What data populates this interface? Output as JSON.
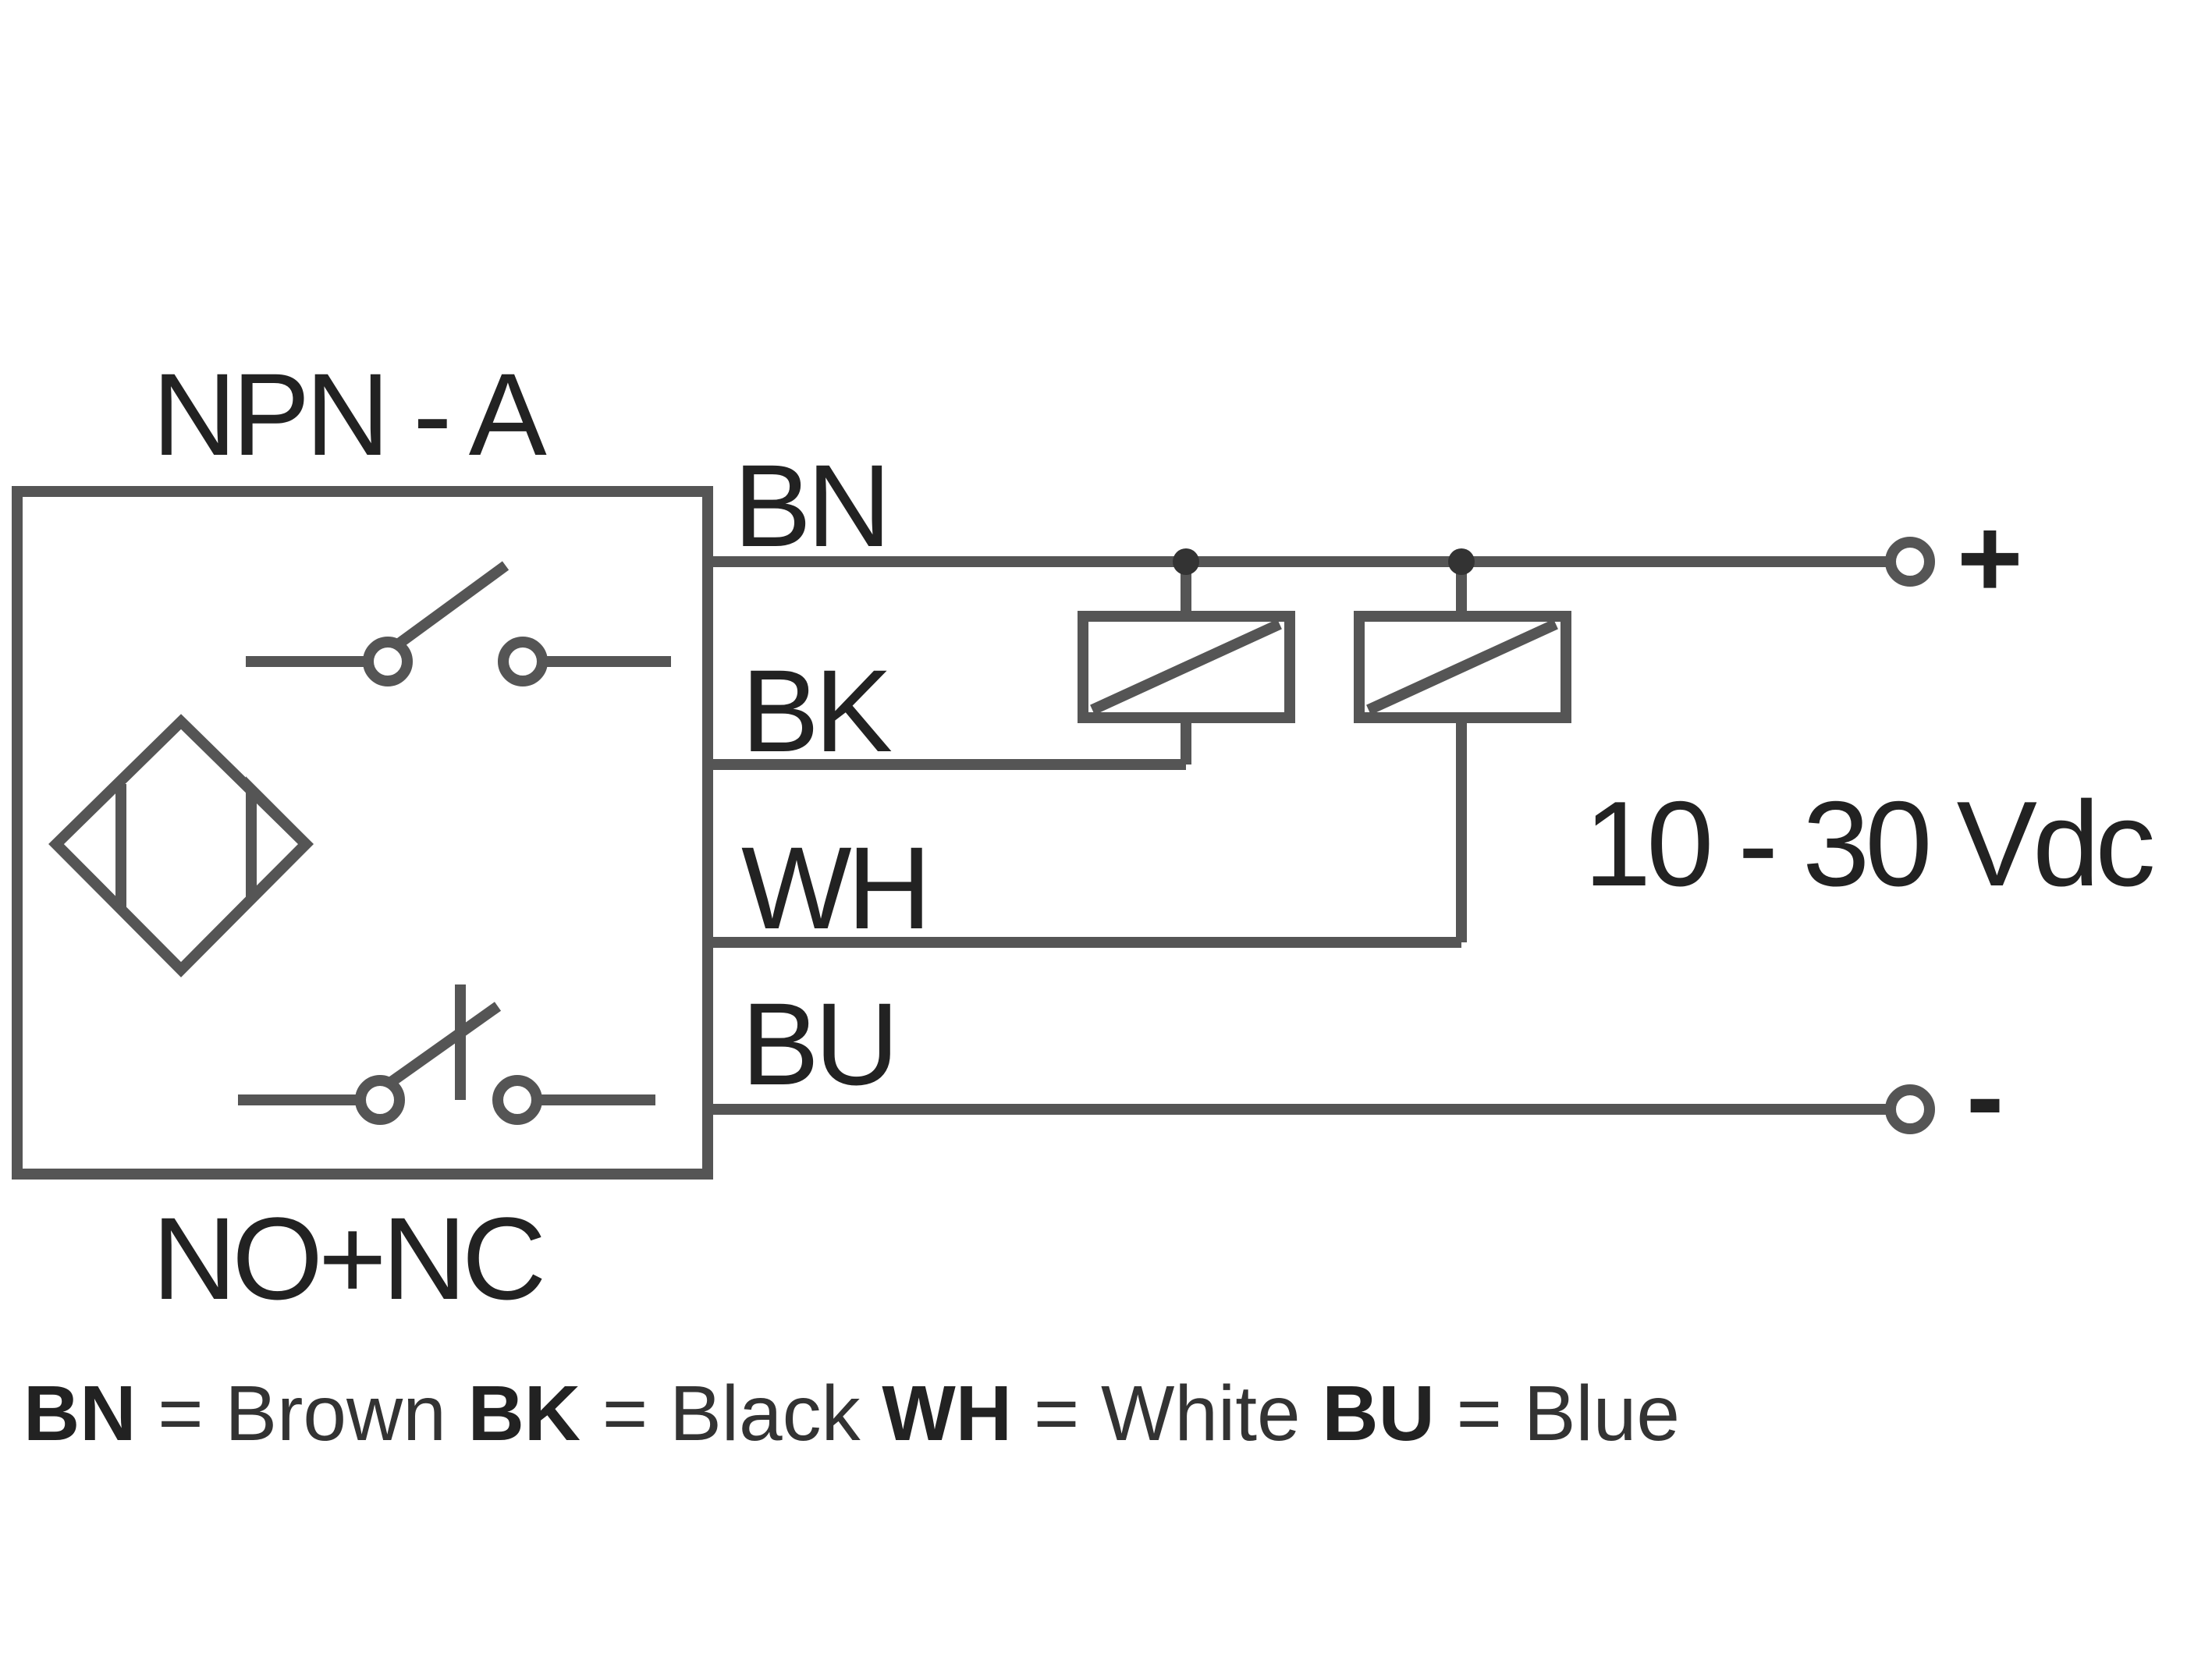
{
  "sensor": {
    "type_label": "NPN - A",
    "output_label": "NO+NC"
  },
  "wires": {
    "bn": "BN",
    "bk": "BK",
    "wh": "WH",
    "bu": "BU"
  },
  "supply": {
    "plus": "+",
    "minus": "-",
    "voltage": "10 - 30 Vdc"
  },
  "legend": [
    {
      "code": "BN",
      "text": "= Brown"
    },
    {
      "code": "BK",
      "text": "= Black"
    },
    {
      "code": "WH",
      "text": "= White"
    },
    {
      "code": "BU",
      "text": "= Blue"
    }
  ],
  "colors": {
    "line": "#555555",
    "text": "#222222"
  }
}
